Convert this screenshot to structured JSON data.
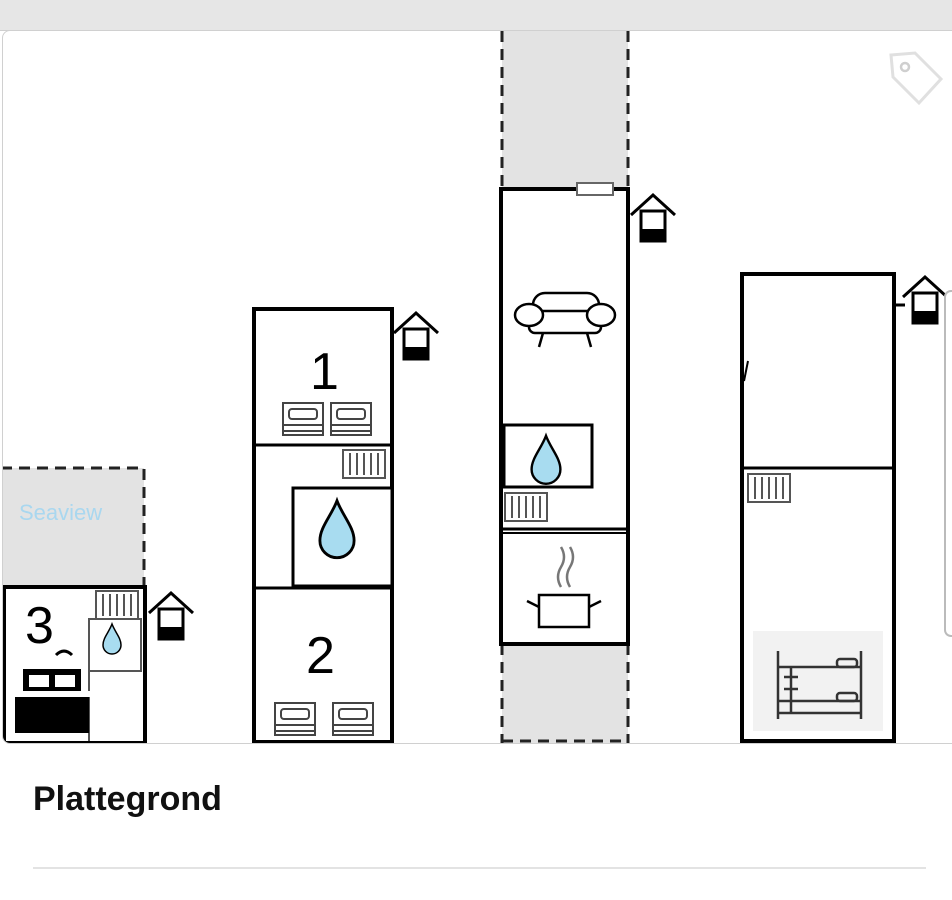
{
  "diagram": {
    "caption": "Plattegrond",
    "seaview_label": "Seaview",
    "room_numbers": [
      "1",
      "2",
      "3"
    ],
    "icons": [
      "tag-icon",
      "house-icon",
      "bed-icon",
      "double-bed-icon",
      "bunk-bed-icon",
      "water-drop-icon",
      "radiator-icon",
      "sofa-icon",
      "cooking-pot-icon"
    ],
    "colors": {
      "outline": "#000000",
      "outdoor_area": "#e3e3e3",
      "water": "#a8dcf0",
      "seaview_text": "#a9d7ef",
      "tag": "#e0e0e0"
    }
  }
}
